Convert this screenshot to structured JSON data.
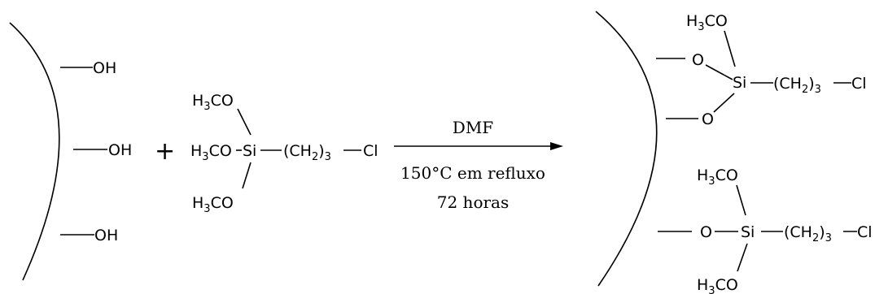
{
  "reactant_surface": {
    "group_1": "OH",
    "group_2": "OH",
    "group_3": "OH"
  },
  "plus_sign": "+",
  "silane": {
    "methoxy_top_h": "H",
    "methoxy_top_3": "3",
    "methoxy_top_co": "CO",
    "methoxy_left_h": "H",
    "methoxy_left_3": "3",
    "methoxy_left_co": "CO",
    "methoxy_bottom_h": "H",
    "methoxy_bottom_3": "3",
    "methoxy_bottom_co": "CO",
    "si": "Si",
    "chain_open": "(CH",
    "chain_2": "2",
    "chain_close": ")",
    "chain_3": "3",
    "cl": "Cl"
  },
  "reaction": {
    "reagent": "DMF",
    "condition_1": "150°C em refluxo",
    "condition_2": "72 horas"
  },
  "product_top": {
    "methoxy_h": "H",
    "methoxy_3": "3",
    "methoxy_co": "CO",
    "o_upper": "O",
    "o_lower": "O",
    "si": "Si",
    "chain_open": "(CH",
    "chain_2": "2",
    "chain_close": ")",
    "chain_3": "3",
    "cl": "Cl"
  },
  "product_bottom": {
    "methoxy_top_h": "H",
    "methoxy_top_3": "3",
    "methoxy_top_co": "CO",
    "o": "O",
    "si": "Si",
    "chain_open": "(CH",
    "chain_2": "2",
    "chain_close": ")",
    "chain_3": "3",
    "cl": "Cl",
    "methoxy_bottom_h": "H",
    "methoxy_bottom_3": "3",
    "methoxy_bottom_co": "CO"
  }
}
